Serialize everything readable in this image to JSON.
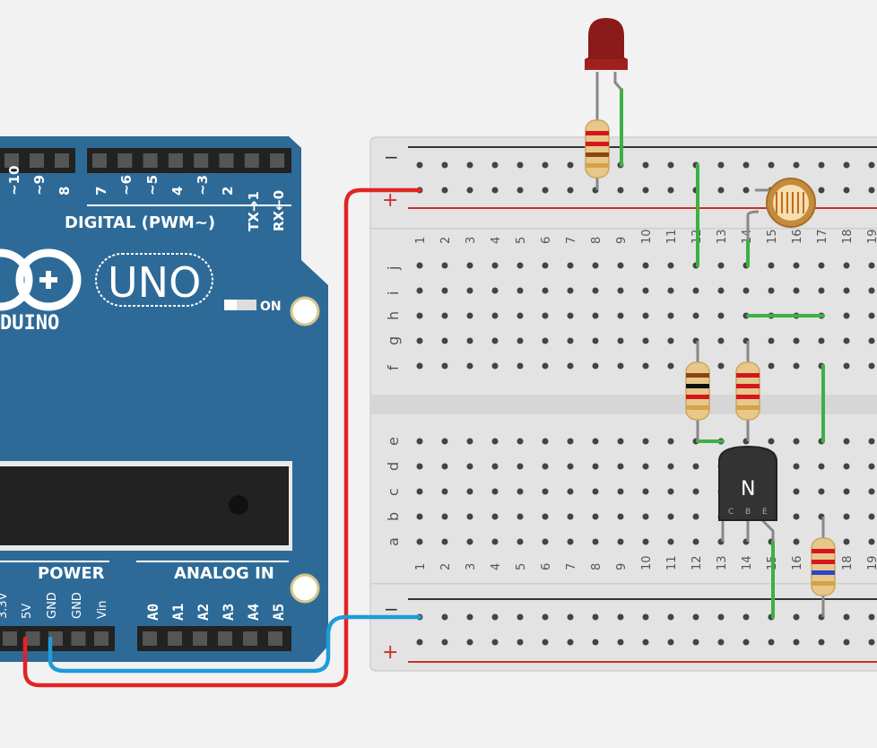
{
  "arduino": {
    "digital_label": "DIGITAL (PWM~)",
    "digital_pins": [
      "~10",
      "~9",
      "8",
      "7",
      "~6",
      "~5",
      "4",
      "~3",
      "2",
      "TX→1",
      "RX←0"
    ],
    "logo": "DUINO",
    "model": "UNO",
    "on_label": "ON",
    "power_label": "POWER",
    "power_pins": [
      "3.3V",
      "5V",
      "GND",
      "GND",
      "Vin"
    ],
    "analog_label": "ANALOG IN",
    "analog_pins": [
      "A0",
      "A1",
      "A2",
      "A3",
      "A4",
      "A5"
    ],
    "board_color": "#2e6a97"
  },
  "breadboard": {
    "rail_minus": "−",
    "rail_plus": "+",
    "column_numbers": [
      "1",
      "2",
      "3",
      "4",
      "5",
      "6",
      "7",
      "8",
      "9",
      "10",
      "11",
      "12",
      "13",
      "14",
      "15",
      "16",
      "17",
      "18",
      "19"
    ],
    "rows_top": [
      "j",
      "i",
      "h",
      "g",
      "f"
    ],
    "rows_bottom": [
      "e",
      "d",
      "c",
      "b",
      "a"
    ]
  },
  "transistor": {
    "label": "N",
    "pins": [
      "C",
      "B",
      "E"
    ]
  },
  "wires": {
    "red": "#e02424",
    "blue": "#1f9bd7",
    "green": "#3cb043"
  }
}
